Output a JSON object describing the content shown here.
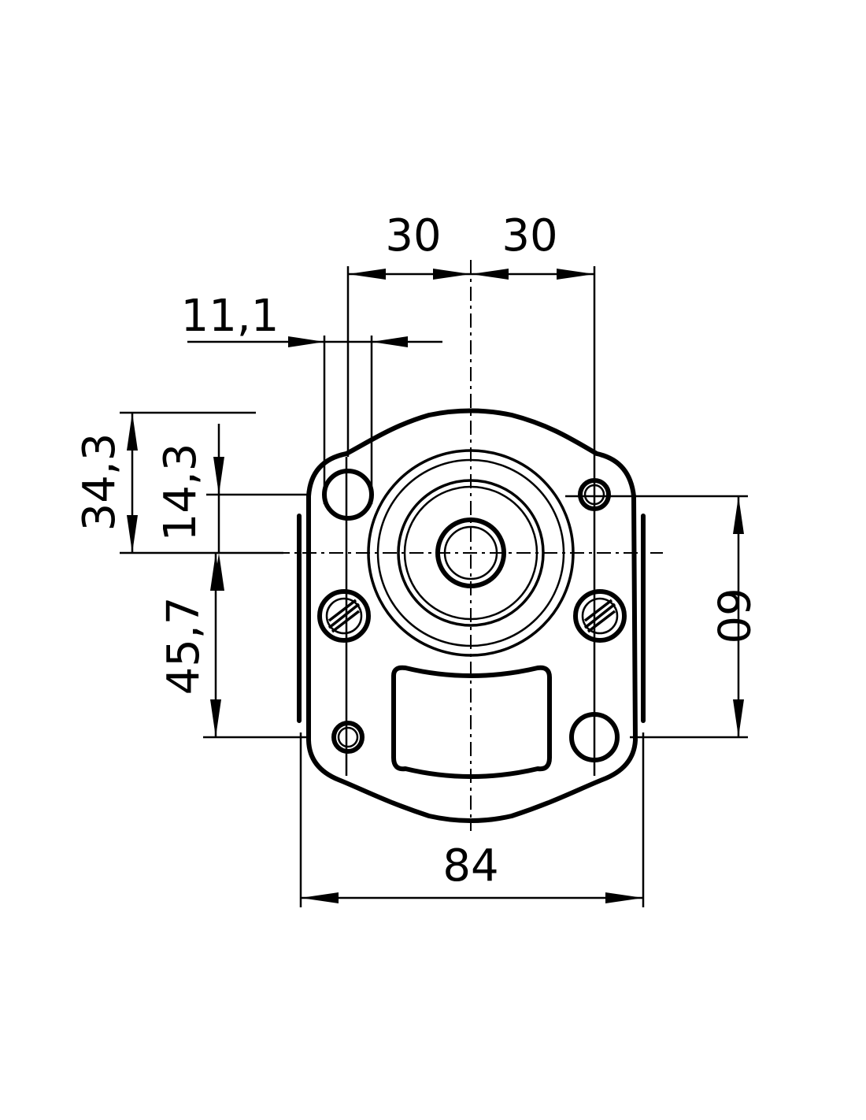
{
  "dimensions": {
    "top_left_30": "30",
    "top_right_30": "30",
    "hole_11_1": "11,1",
    "height_34_3": "34,3",
    "height_14_3": "14,3",
    "height_45_7": "45,7",
    "spacing_60": "60",
    "width_84": "84"
  }
}
